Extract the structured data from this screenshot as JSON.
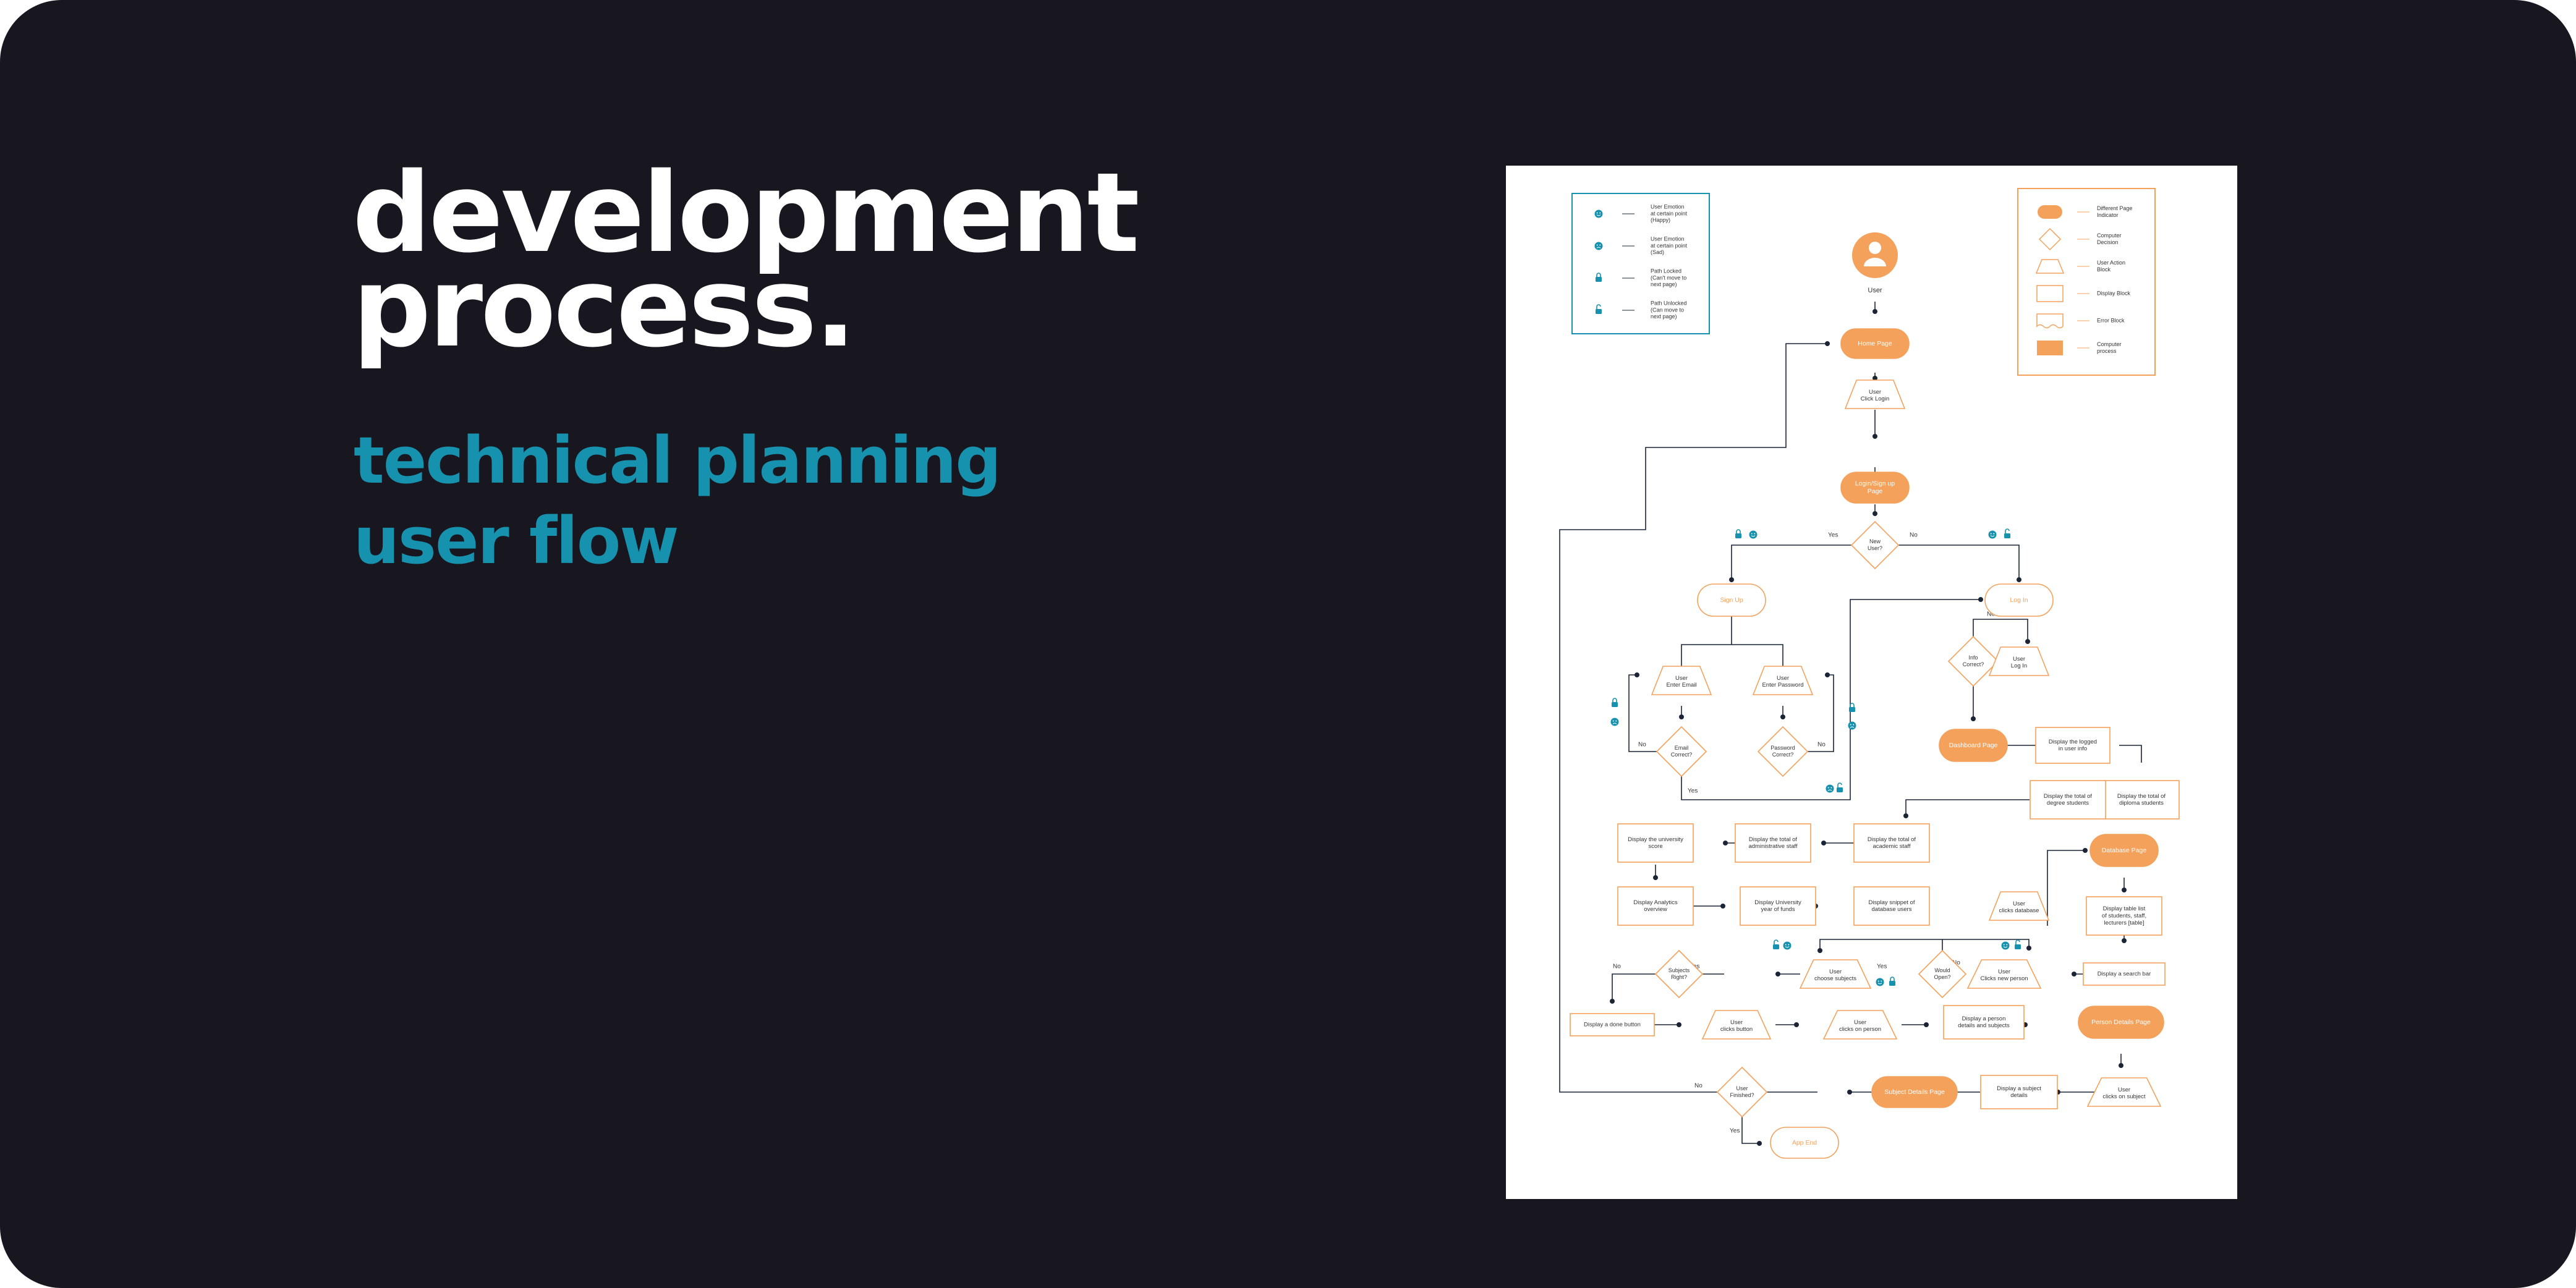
{
  "heading": {
    "title_line1": "development",
    "title_line2": "process.",
    "subtitle_line1": "technical planning",
    "subtitle_line2": "user flow"
  },
  "colors": {
    "background": "#18161f",
    "accent_teal": "#1691ae",
    "flow_orange": "#f4a15c",
    "flow_line": "#1c2536",
    "paper": "#ffffff"
  },
  "legend_left": [
    {
      "icon": "smile-face-icon",
      "text": [
        "User Emotion",
        "at certain point",
        "(Happy)"
      ]
    },
    {
      "icon": "frown-face-icon",
      "text": [
        "User Emotion",
        "at certain point",
        "(Sad)"
      ]
    },
    {
      "icon": "lock-closed-icon",
      "text": [
        "Path Locked",
        "(Can't move to",
        "next page)"
      ]
    },
    {
      "icon": "lock-open-icon",
      "text": [
        "Path Unlocked",
        "(Can move to",
        "next page)"
      ]
    }
  ],
  "legend_right": [
    {
      "shape": "pill",
      "text": [
        "Different Page",
        "Indicator"
      ]
    },
    {
      "shape": "diamond",
      "text": [
        "Computer",
        "Decision"
      ]
    },
    {
      "shape": "trapezoid",
      "text": [
        "User Action",
        "Block"
      ]
    },
    {
      "shape": "rect",
      "text": [
        "Display Block"
      ]
    },
    {
      "shape": "wave",
      "text": [
        "Error Block"
      ]
    },
    {
      "shape": "filled-rect",
      "text": [
        "Computer",
        "process"
      ]
    }
  ],
  "nodes": {
    "user": [
      "User"
    ],
    "home": [
      "Home Page"
    ],
    "click_login": [
      "User",
      "Click Login"
    ],
    "login_signup": [
      "Login/Sign up",
      "Page"
    ],
    "new_user": [
      "New",
      "User?"
    ],
    "sign_up": [
      "Sign Up"
    ],
    "log_in": [
      "Log In"
    ],
    "enter_email": [
      "User",
      "Enter Email"
    ],
    "enter_password": [
      "User",
      "Enter Password"
    ],
    "email_correct": [
      "Email",
      "Correct?"
    ],
    "password_correct": [
      "Password",
      "Correct?"
    ],
    "info_correct": [
      "Info",
      "Correct?"
    ],
    "user_login": [
      "User",
      "Log In"
    ],
    "dashboard_page": [
      "Dashboard Page"
    ],
    "display_logged": [
      "Display the logged",
      "in user info"
    ],
    "total_degree": [
      "Display the total of",
      "degree students"
    ],
    "total_diploma": [
      "Display the total of",
      "diploma students"
    ],
    "university_score": [
      "Display the university",
      "score"
    ],
    "total_admin": [
      "Display the total of",
      "administrative staff"
    ],
    "total_academic": [
      "Display the total of",
      "academic staff"
    ],
    "database_page": [
      "Database Page"
    ],
    "analytics": [
      "Display Analytics",
      "overview"
    ],
    "year_funds": [
      "Display University",
      "year of funds"
    ],
    "snippet_users": [
      "Display snippet of",
      "database users"
    ],
    "clicks_database": [
      "User",
      "clicks database"
    ],
    "display_table": [
      "Display table list",
      "of students, staff,",
      "lecturers [table]"
    ],
    "subjects_right": [
      "Subjects",
      "Right?"
    ],
    "choose_subjects": [
      "User",
      "choose subjects"
    ],
    "would_open": [
      "Would",
      "Open?"
    ],
    "clicks_new_person": [
      "User",
      "Clicks new person"
    ],
    "search_bar": [
      "Display a search bar"
    ],
    "done_button": [
      "Display a done button"
    ],
    "clicks_button": [
      "User",
      "clicks button"
    ],
    "clicks_person": [
      "User",
      "clicks on person"
    ],
    "person_details": [
      "Display a person",
      "details and subjects"
    ],
    "person_details_page": [
      "Person Details Page"
    ],
    "user_finished": [
      "User",
      "Finished?"
    ],
    "subject_details_page": [
      "Subject Details Page"
    ],
    "subject_details": [
      "Display a subject",
      "details"
    ],
    "clicks_subject": [
      "User",
      "clicks on subject"
    ],
    "app_end": [
      "App End"
    ]
  },
  "edge_labels": {
    "yes": "Yes",
    "no": "No"
  }
}
